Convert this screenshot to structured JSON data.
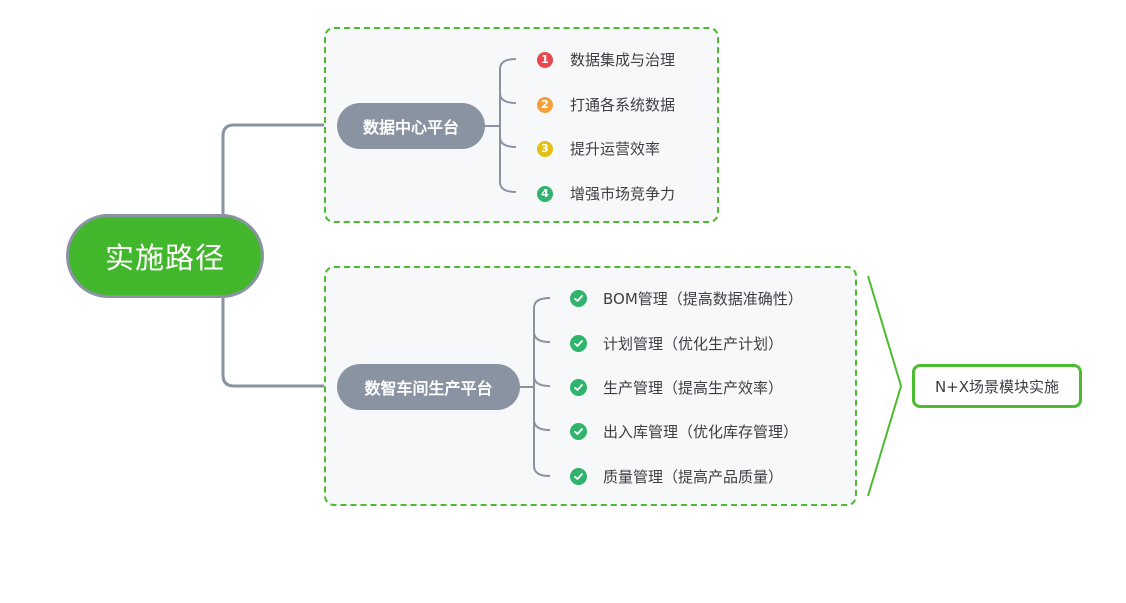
{
  "root": {
    "label": "实施路径"
  },
  "branches": [
    {
      "label": "数据中心平台",
      "items": [
        {
          "num": "1",
          "label": "数据集成与治理",
          "color": "#e8474f"
        },
        {
          "num": "2",
          "label": "打通各系统数据",
          "color": "#f3a03c"
        },
        {
          "num": "3",
          "label": "提升运营效率",
          "color": "#e3c014"
        },
        {
          "num": "4",
          "label": "增强市场竞争力",
          "color": "#2fb36d"
        }
      ]
    },
    {
      "label": "数智车间生产平台",
      "items": [
        {
          "label": "BOM管理（提高数据准确性）"
        },
        {
          "label": "计划管理（优化生产计划）"
        },
        {
          "label": "生产管理（提高生产效率）"
        },
        {
          "label": "出入库管理（优化库存管理）"
        },
        {
          "label": "质量管理（提高产品质量）"
        }
      ],
      "summary": "N+X场景模块实施"
    }
  ],
  "colors": {
    "root_fill": "#43b72b",
    "connector": "#8a93a2",
    "dashed_border": "#4cbb2f",
    "check": "#2fb36d"
  },
  "icons": {
    "check": "check-circle-icon",
    "number": "number-circle-icon"
  }
}
